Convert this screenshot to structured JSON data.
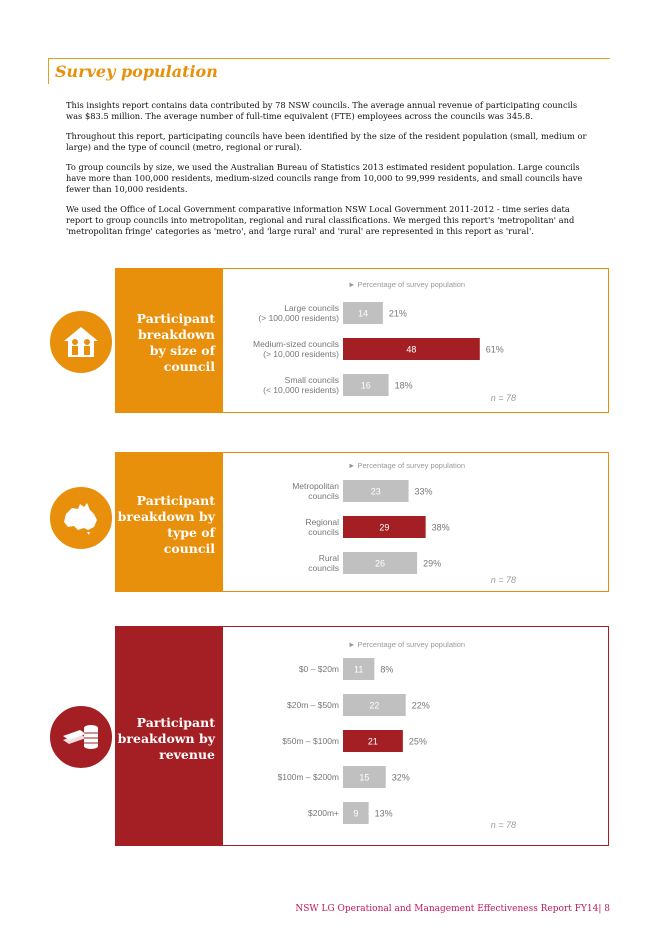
{
  "page": {
    "title": "Survey population",
    "paragraphs": [
      "This insights report contains data contributed by 78 NSW councils. The average annual revenue of participating councils was $83.5 million. The average number of full-time equivalent (FTE) employees across the councils was 345.8.",
      "Throughout this report, participating councils have been identified by the size of the resident population (small, medium or large) and the type of council (metro, regional or rural).",
      "To group councils by size, we used the Australian Bureau of Statistics 2013 estimated resident population. Large councils have more than 100,000 residents, medium-sized councils range from 10,000 to 99,999 residents, and small councils have fewer than 10,000 residents.",
      "We used the Office of Local Government comparative information NSW Local Government 2011-2012 - time series data report to group councils into metropolitan, regional and rural classifications. We merged this report's 'metropolitan' and 'metropolitan fringe' categories as 'metro', and 'large rural' and 'rural' are represented in this report as 'rural'."
    ],
    "footer": "NSW LG Operational and Management Effectiveness Report FY14| 8"
  },
  "panels": [
    {
      "label": [
        "Participant",
        "breakdown",
        "by size of",
        "council"
      ],
      "icon": "house-family-icon",
      "color": "#e8900c"
    },
    {
      "label": [
        "Participant",
        "breakdown by",
        "type of council"
      ],
      "icon": "australia-map-icon",
      "color": "#e8900c"
    },
    {
      "label": [
        "Participant",
        "breakdown by",
        "revenue"
      ],
      "icon": "coin-stack-icon",
      "color": "#a31f23"
    }
  ],
  "chart_data": [
    {
      "type": "bar",
      "legend": "► Percentage of survey population",
      "categories": [
        [
          "Large councils",
          "(> 100,000 residents)"
        ],
        [
          "Medium-sized councils",
          "(> 10,000 residents)"
        ],
        [
          "Small councils",
          "(< 10,000 residents)"
        ]
      ],
      "values": [
        14,
        48,
        16
      ],
      "percentages": [
        "21%",
        "61%",
        "18%"
      ],
      "highlight_index": 1,
      "n": "n = 78",
      "colors": {
        "default": "#c0c0c0",
        "highlight": "#a31f23"
      }
    },
    {
      "type": "bar",
      "legend": "► Percentage of survey population",
      "categories": [
        [
          "Metropolitan",
          "councils"
        ],
        [
          "Regional",
          "councils"
        ],
        [
          "Rural",
          "councils"
        ]
      ],
      "values": [
        23,
        29,
        26
      ],
      "percentages": [
        "33%",
        "38%",
        "29%"
      ],
      "highlight_index": 1,
      "n": "n = 78",
      "colors": {
        "default": "#c0c0c0",
        "highlight": "#a31f23"
      }
    },
    {
      "type": "bar",
      "legend": "► Percentage of survey population",
      "categories": [
        [
          "$0 – $20m"
        ],
        [
          "$20m – $50m"
        ],
        [
          "$50m – $100m"
        ],
        [
          "$100m – $200m"
        ],
        [
          "$200m+"
        ]
      ],
      "values": [
        11,
        22,
        21,
        15,
        9
      ],
      "percentages": [
        "8%",
        "22%",
        "25%",
        "32%",
        "13%"
      ],
      "highlight_index": 2,
      "n": "n = 78",
      "colors": {
        "default": "#c0c0c0",
        "highlight": "#a31f23"
      }
    }
  ]
}
